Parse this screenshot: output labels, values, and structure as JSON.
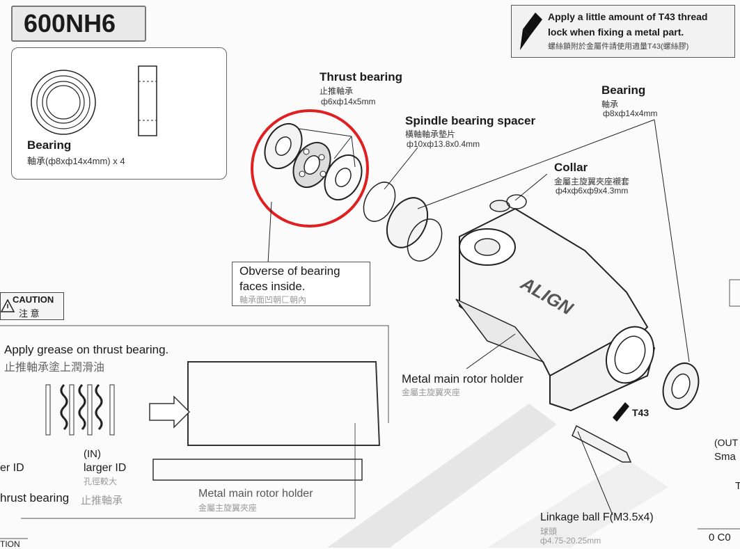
{
  "model": "600NH6",
  "threadlock_note": {
    "line1": "Apply a little amount of T43 thread",
    "line2": "lock when fixing a metal part.",
    "line3": "螺絲鎖附於金屬件請使用適量T43(螺絲膠)"
  },
  "bearing_panel": {
    "title": "Bearing",
    "spec": "軸承(ф8xф14x4mm) x 4"
  },
  "labels": {
    "thrust_bearing": {
      "en": "Thrust bearing",
      "cn": "止推軸承",
      "spec": "ф6xф14x5mm"
    },
    "bearing": {
      "en": "Bearing",
      "cn": "軸承",
      "spec": "ф8xф14x4mm"
    },
    "spindle_spacer": {
      "en": "Spindle bearing spacer",
      "cn": "橫軸軸承墊片",
      "spec": "ф10xф13.8x0.4mm"
    },
    "collar": {
      "en": "Collar",
      "cn": "金屬主旋翼夾座襯套",
      "spec": "ф4xф6xф9x4.3mm"
    },
    "obverse": {
      "line1": "Obverse of bearing",
      "line2": "faces inside.",
      "cn": "軸承面凹朝匚朝內"
    },
    "metal_holder": {
      "en": "Metal main rotor holder",
      "cn": "金屬主旋翼夾座"
    },
    "t43": "T43",
    "linkage_ball": {
      "en": "Linkage ball F(M3.5x4)",
      "cn": "球頭",
      "spec": "ф4.75-20.25mm"
    },
    "holder_text": "ALIGN"
  },
  "caution": {
    "en": "CAUTION",
    "cn": "注 意"
  },
  "grease_panel": {
    "title": "Apply grease on thrust bearing.",
    "cn": "止推軸承塗上潤滑油",
    "in_label": "(IN)",
    "larger_id": "larger ID",
    "larger_id_cn": "孔徑較大",
    "er_id": "er ID",
    "thrust_bearing": "hrust bearing",
    "thrust_bearing_cn": "止推軸承",
    "holder_en": "Metal main rotor holder",
    "holder_cn": "金屬主旋翼夾座"
  },
  "right_edge": {
    "out": "(OUT",
    "sma": "Sma",
    "t": "T",
    "bottom": "0 C0"
  },
  "bottom_left": "TION"
}
